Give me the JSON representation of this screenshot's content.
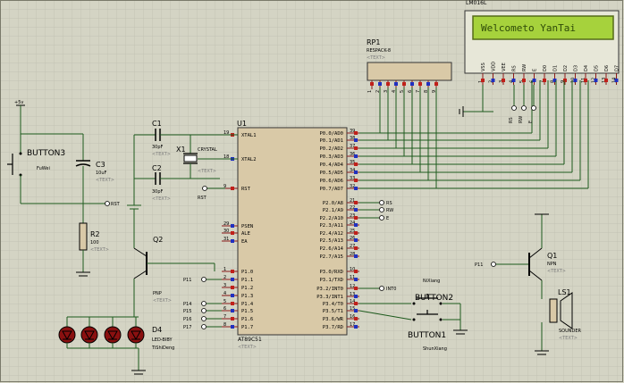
{
  "text_placeholder": "<TEXT>",
  "lcd": {
    "ref": "LM016L",
    "display": "Welcometo YanTai",
    "pins": [
      "VSS",
      "VDD",
      "VEE",
      "RS",
      "RW",
      "E",
      "D0",
      "D1",
      "D2",
      "D3",
      "D4",
      "D5",
      "D6",
      "D7"
    ]
  },
  "rp1": {
    "ref": "RP1",
    "value": "RESPACK-8"
  },
  "u1": {
    "ref": "U1",
    "value": "AT89C51",
    "left_pins": [
      {
        "num": "19",
        "name": "XTAL1"
      },
      {
        "num": "18",
        "name": "XTAL2"
      },
      {
        "num": "9",
        "name": "RST"
      },
      {
        "num": "29",
        "name": "PSEN"
      },
      {
        "num": "30",
        "name": "ALE"
      },
      {
        "num": "31",
        "name": "EA"
      },
      {
        "num": "1",
        "name": "P1.0"
      },
      {
        "num": "2",
        "name": "P1.1"
      },
      {
        "num": "3",
        "name": "P1.2"
      },
      {
        "num": "4",
        "name": "P1.3"
      },
      {
        "num": "5",
        "name": "P1.4"
      },
      {
        "num": "6",
        "name": "P1.5"
      },
      {
        "num": "7",
        "name": "P1.6"
      },
      {
        "num": "8",
        "name": "P1.7"
      }
    ],
    "right_pins": [
      {
        "num": "39",
        "name": "P0.0/AD0"
      },
      {
        "num": "38",
        "name": "P0.1/AD1"
      },
      {
        "num": "37",
        "name": "P0.2/AD2"
      },
      {
        "num": "36",
        "name": "P0.3/AD3"
      },
      {
        "num": "35",
        "name": "P0.4/AD4"
      },
      {
        "num": "34",
        "name": "P0.5/AD5"
      },
      {
        "num": "33",
        "name": "P0.6/AD6"
      },
      {
        "num": "32",
        "name": "P0.7/AD7"
      },
      {
        "num": "21",
        "name": "P2.0/A8"
      },
      {
        "num": "22",
        "name": "P2.1/A9"
      },
      {
        "num": "23",
        "name": "P2.2/A10"
      },
      {
        "num": "24",
        "name": "P2.3/A11"
      },
      {
        "num": "25",
        "name": "P2.4/A12"
      },
      {
        "num": "26",
        "name": "P2.5/A13"
      },
      {
        "num": "27",
        "name": "P2.6/A14"
      },
      {
        "num": "28",
        "name": "P2.7/A15"
      },
      {
        "num": "10",
        "name": "P3.0/RXD"
      },
      {
        "num": "11",
        "name": "P3.1/TXD"
      },
      {
        "num": "12",
        "name": "P3.2/INT0"
      },
      {
        "num": "13",
        "name": "P3.3/INT1"
      },
      {
        "num": "14",
        "name": "P3.4/T0"
      },
      {
        "num": "15",
        "name": "P3.5/T1"
      },
      {
        "num": "16",
        "name": "P3.6/WR"
      },
      {
        "num": "17",
        "name": "P3.7/RD"
      }
    ]
  },
  "c1": {
    "ref": "C1",
    "value": "30pF"
  },
  "c2": {
    "ref": "C2",
    "value": "30pF"
  },
  "c3": {
    "ref": "C3",
    "value": "10uF"
  },
  "x1": {
    "ref": "X1",
    "value": "CRYSTAL"
  },
  "r2": {
    "ref": "R2",
    "value": "100"
  },
  "q2": {
    "ref": "Q2",
    "value": "PNP"
  },
  "q1": {
    "ref": "Q1",
    "value": "NPN"
  },
  "d4": {
    "ref": "D4",
    "value": "LED-BIBY",
    "note": "TiShiDeng"
  },
  "ls1": {
    "ref": "LS1",
    "value": "SOUNDER"
  },
  "button3": {
    "ref": "BUTTON3",
    "note": "FuWei"
  },
  "button2": {
    "ref": "BUTTON2",
    "note": "NiXiang"
  },
  "button1": {
    "ref": "BUTTON1",
    "note": "ShunXiang"
  },
  "supply": "+5v",
  "nets": {
    "rst": "RST",
    "p11": "P11",
    "p14": "P14",
    "p15": "P15",
    "p16": "P16",
    "p17": "P17",
    "rs": "RS",
    "rw": "RW",
    "e": "E",
    "int0": "INT0"
  },
  "colors": {
    "background": "#d4d4c4",
    "grid": "#bdbdae",
    "wire": "#1d5a1d",
    "ic_body": "#d9c9a7",
    "lcd_screen": "#a6d23c",
    "lcd_text": "#2e4a08",
    "pin_red": "#c0201a",
    "pin_blue": "#2030c0",
    "led": "#8a1010"
  }
}
